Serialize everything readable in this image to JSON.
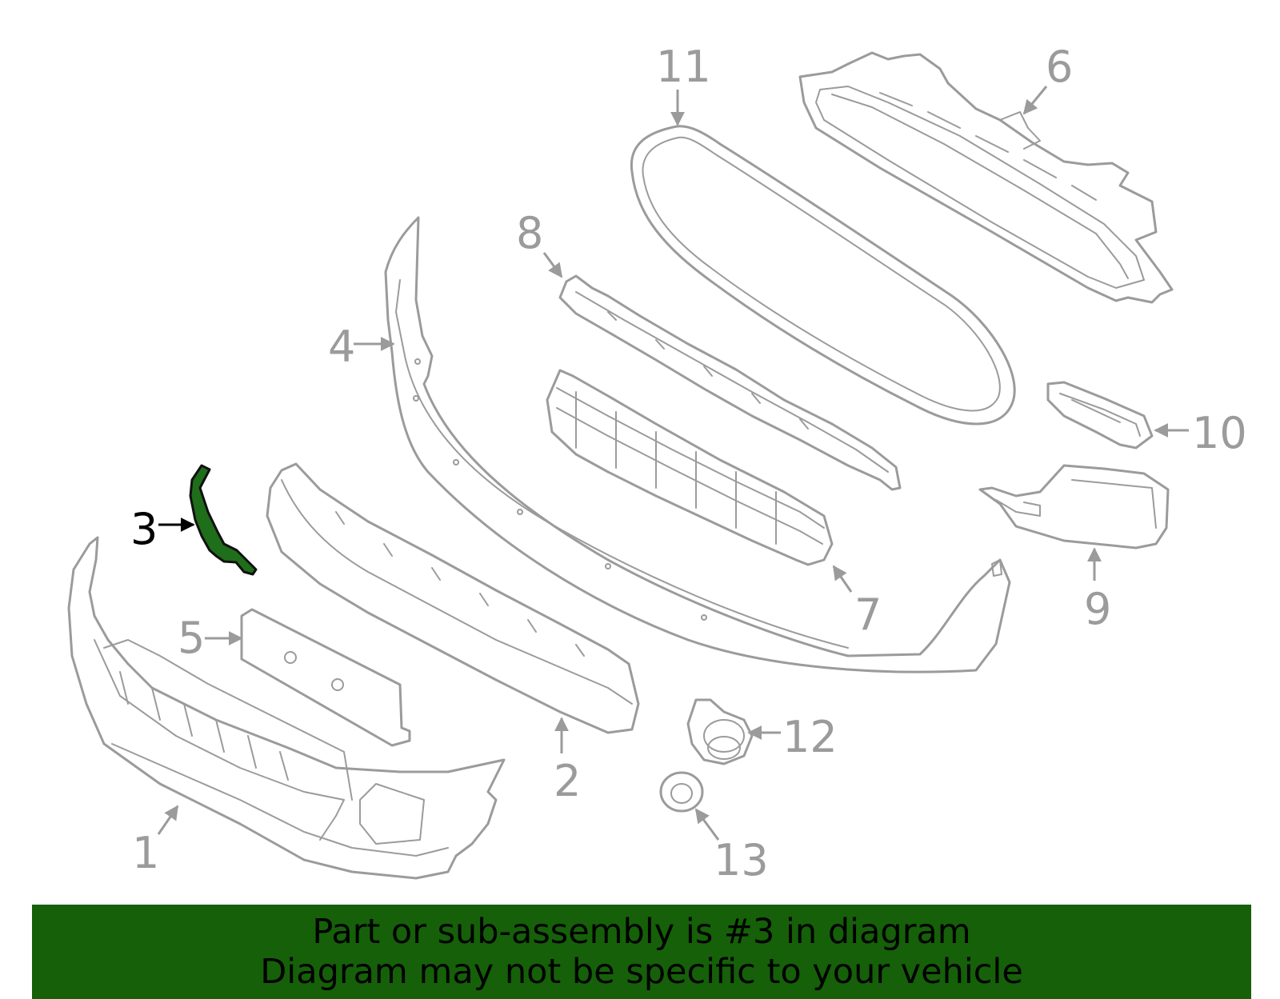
{
  "diagram": {
    "callouts": [
      {
        "id": "1",
        "label": "1"
      },
      {
        "id": "2",
        "label": "2"
      },
      {
        "id": "3",
        "label": "3"
      },
      {
        "id": "4",
        "label": "4"
      },
      {
        "id": "5",
        "label": "5"
      },
      {
        "id": "6",
        "label": "6"
      },
      {
        "id": "7",
        "label": "7"
      },
      {
        "id": "8",
        "label": "8"
      },
      {
        "id": "9",
        "label": "9"
      },
      {
        "id": "10",
        "label": "10"
      },
      {
        "id": "11",
        "label": "11"
      },
      {
        "id": "12",
        "label": "12"
      },
      {
        "id": "13",
        "label": "13"
      }
    ],
    "highlighted_part": "3"
  },
  "banner": {
    "line1": "Part or sub-assembly is #3 in diagram",
    "line2": "Diagram may not be specific to your vehicle"
  },
  "colors": {
    "highlight_fill": "#1f6e1a",
    "banner_bg": "#156009",
    "part_stroke": "#9b9b9b"
  }
}
